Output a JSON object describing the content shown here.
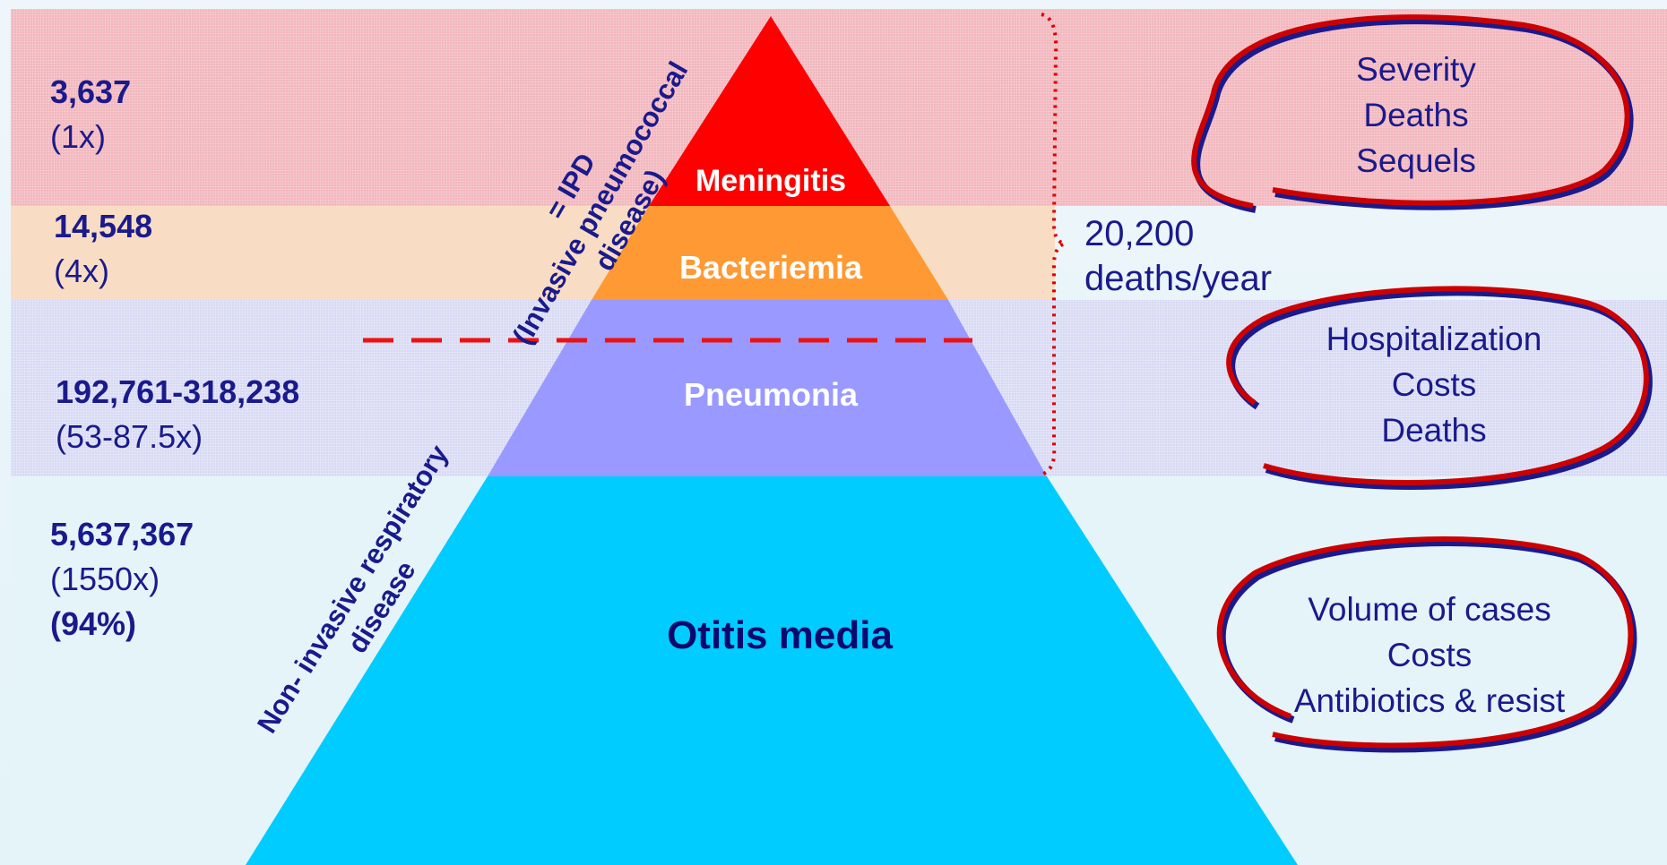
{
  "rows": [
    {
      "count": "3,637",
      "multiplier": "(1x)"
    },
    {
      "count": "14,548",
      "multiplier": "(4x)"
    },
    {
      "count": "192,761-318,238",
      "multiplier": "(53-87.5x)"
    },
    {
      "count": "5,637,367",
      "multiplier": "(1550x)",
      "percent": "(94%)"
    }
  ],
  "pyramid": {
    "meningitis": "Meningitis",
    "bacteriemia": "Bacteriemia",
    "pneumonia": "Pneumonia",
    "otitis": "Otitis media"
  },
  "ipd_label_line1": "= IPD",
  "ipd_label_line2": "(Invasive pneumococcal",
  "ipd_label_line3": "disease)",
  "noninvasive_line1": "Non- invasive respiratory",
  "noninvasive_line2": "disease",
  "deaths_line1": "20,200",
  "deaths_line2": "deaths/year",
  "bubbles": [
    {
      "lines": [
        "Severity",
        "Deaths",
        "Sequels"
      ]
    },
    {
      "lines": [
        "Hospitalization",
        "Costs",
        "Deaths"
      ]
    },
    {
      "lines": [
        "Volume of cases",
        "Costs",
        "Antibiotics & resist"
      ]
    }
  ],
  "colors": {
    "meningitis": "#ff0000",
    "bacteriemia": "#ff9933",
    "pneumonia": "#9999ff",
    "otitis": "#00ccff",
    "text_navy": "#1a1a8c",
    "bubble_red": "#cc0000"
  }
}
